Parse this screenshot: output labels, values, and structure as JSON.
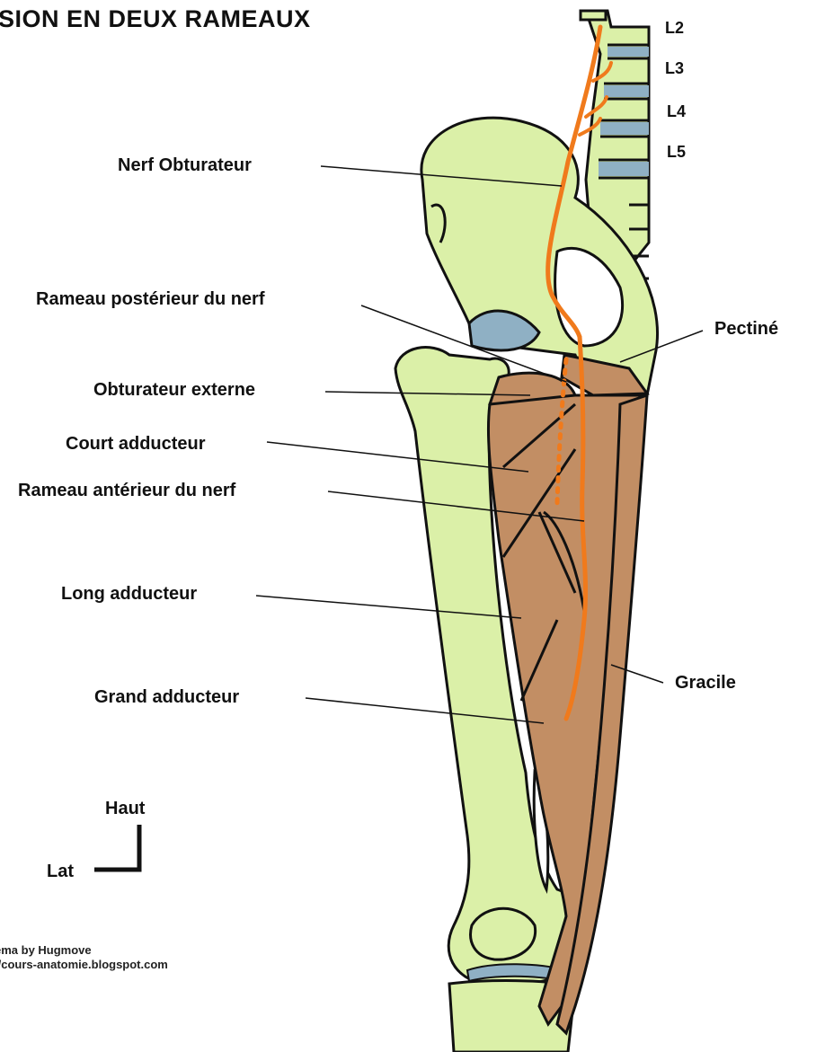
{
  "title": "SION EN DEUX RAMEAUX",
  "vertebrae": [
    "L2",
    "L3",
    "L4",
    "L5"
  ],
  "labels": {
    "nerf_obturateur": "Nerf Obturateur",
    "rameau_posterieur": "Rameau postérieur du nerf",
    "obturateur_externe": "Obturateur externe",
    "court_adducteur": "Court adducteur",
    "rameau_anterieur": "Rameau antérieur du nerf",
    "long_adducteur": "Long adducteur",
    "grand_adducteur": "Grand adducteur",
    "pectine": "Pectiné",
    "gracile": "Gracile"
  },
  "orientation": {
    "up": "Haut",
    "lateral": "Lat"
  },
  "credit": {
    "line1": "ema by Hugmove",
    "line2": "//cours-anatomie.blogspot.com"
  },
  "colors": {
    "bone": "#dbf0a8",
    "muscle": "#c28e64",
    "disc": "#8fb0c4",
    "nerve": "#f07a1c",
    "outline": "#111111"
  }
}
